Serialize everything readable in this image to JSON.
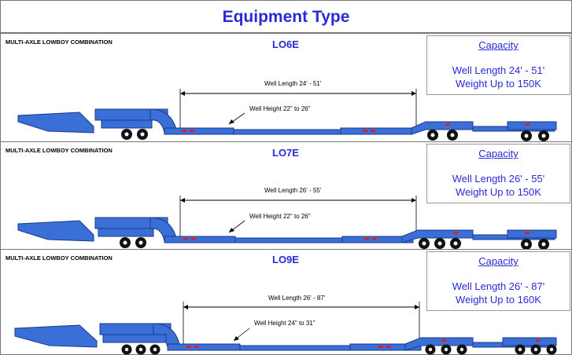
{
  "title": "Equipment Type",
  "colors": {
    "accent": "#2a2ad6",
    "trailer": "#3a6fd8",
    "wheel": "#111111"
  },
  "panels": [
    {
      "label": "MULTI-AXLE LOWBOY COMBINATION",
      "model": "LO6E",
      "capacity_title": "Capacity",
      "well_length": "Well Length 24' - 51'",
      "weight": "Weight Up to 150K",
      "well_length_dim": "Well Length 24' - 51'",
      "well_height_dim": "Well Height 22\" to 26\""
    },
    {
      "label": "MULTI-AXLE LOWBOY COMBINATION",
      "model": "LO7E",
      "capacity_title": "Capacity",
      "well_length": "Well Length 26' - 55'",
      "weight": "Weight Up to 150K",
      "well_length_dim": "Well Length 26' - 55'",
      "well_height_dim": "Well Height 22\" to 26\""
    },
    {
      "label": "MULTI-AXLE LOWBOY COMBINATION",
      "model": "LO9E",
      "capacity_title": "Capacity",
      "well_length": "Well Length 26' - 87'",
      "weight": "Weight Up to 160K",
      "well_length_dim": "Well Length 26' - 87'",
      "well_height_dim": "Well Height 24\" to 31\""
    }
  ]
}
